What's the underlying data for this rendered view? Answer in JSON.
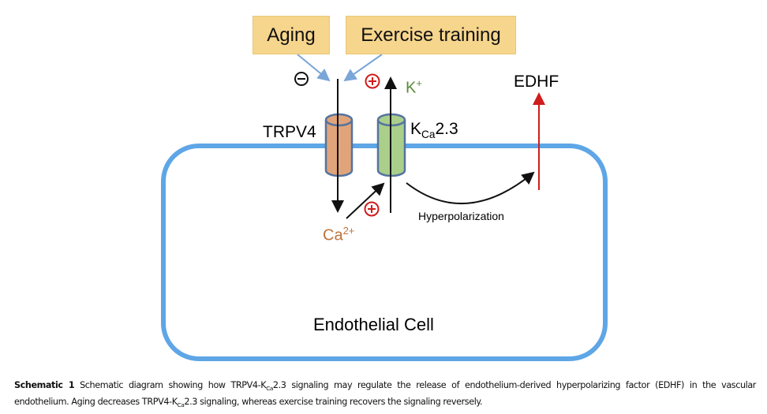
{
  "factors": {
    "aging": "Aging",
    "exercise": "Exercise training"
  },
  "signs": {
    "minus": "−",
    "plus": "+"
  },
  "labels": {
    "trpv4": "TRPV4",
    "kca_k": "K",
    "kca_sub": "Ca",
    "kca_num": "2.3",
    "k_ion": "K",
    "k_sup": "+",
    "edhf": "EDHF",
    "ca": "Ca",
    "ca_sup": "2+",
    "hyper": "Hyperpolarization",
    "cell": "Endothelial Cell"
  },
  "caption": {
    "bold": "Schematic 1",
    "line1a": " Schematic diagram showing how TRPV4-K",
    "sub": "Ca",
    "line1b": "2.3 signaling may regulate the release of endothelium-derived hyperpolarizing factor (EDHF) in the vascular endothelium. Aging decreases TRPV4-K",
    "line2b": "2.3 signaling, whereas exercise training recovers the signaling reversely."
  },
  "colors": {
    "membrane": "#5ea6e6",
    "trpv4": "#e0a47a",
    "kca": "#a9cf8a",
    "red": "#d01c1c",
    "ca": "#c0733a",
    "k": "#5a8a3a"
  }
}
